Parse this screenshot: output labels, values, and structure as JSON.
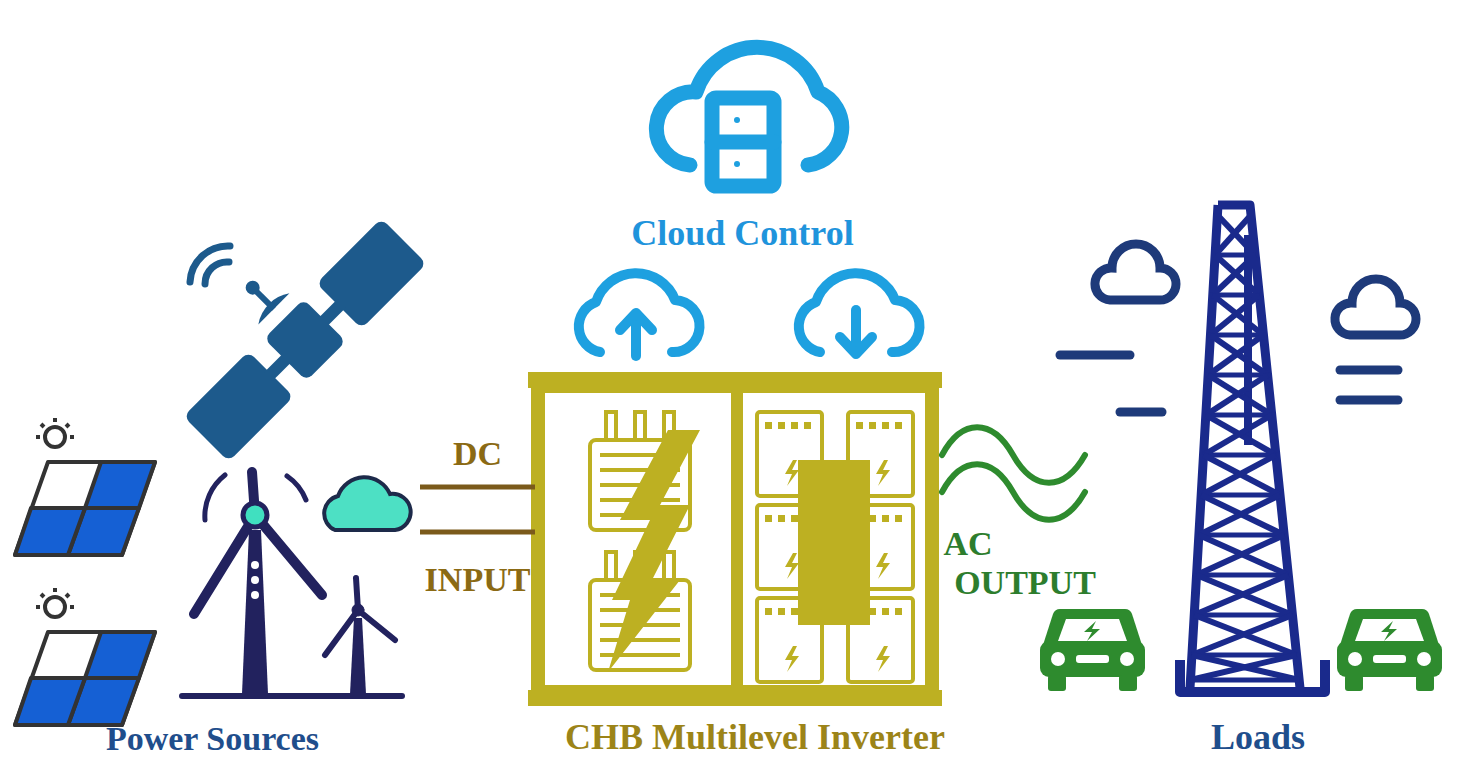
{
  "diagram": {
    "nodes": [
      {
        "text": [
          "Cloud Control"
        ]
      },
      {
        "text": [
          "Power Sources"
        ]
      },
      {
        "text": [
          "CHB Multilevel Inverter"
        ]
      },
      {
        "text": [
          "Loads"
        ]
      }
    ],
    "edges": [
      {
        "from": 1,
        "to": 2,
        "label": "DC",
        "arrow": "none"
      },
      {
        "from": 1,
        "to": 2,
        "label": "INPUT",
        "arrow": "none"
      }
    ],
    "labels": [
      "AC",
      "OUTPUT"
    ]
  }
}
